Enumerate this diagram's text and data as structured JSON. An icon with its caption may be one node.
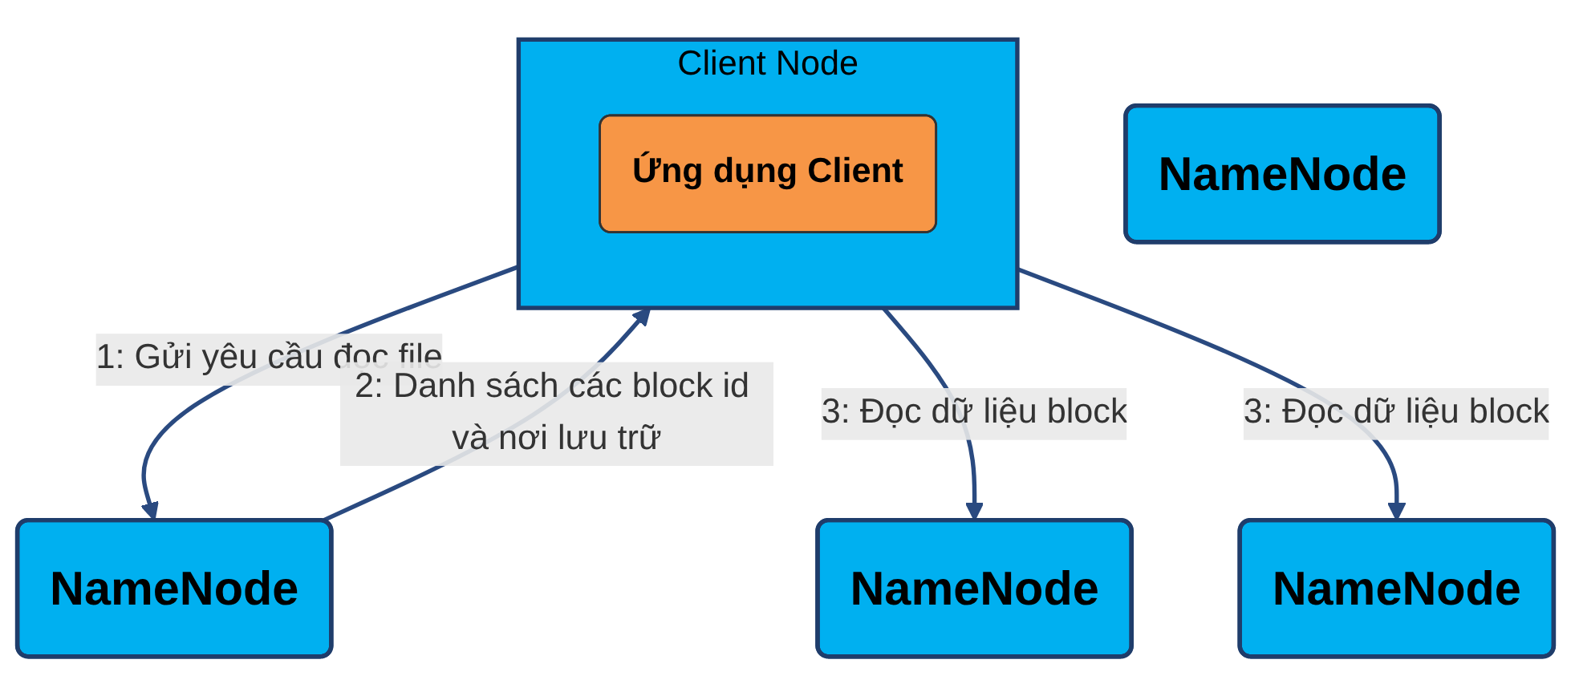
{
  "diagram": {
    "nodes": [
      {
        "text": [
          "Client Node"
        ]
      },
      {
        "text": [
          "Ứng dụng Client"
        ],
        "in": 0
      },
      {
        "text": [
          "NameNode"
        ]
      },
      {
        "text": [
          "NameNode"
        ]
      },
      {
        "text": [
          "NameNode"
        ]
      },
      {
        "text": [
          "NameNode"
        ]
      }
    ],
    "edges": [
      {
        "from": 0,
        "to": 2,
        "arrow": "to",
        "label": "1: Gửi yêu cầu đọc file"
      },
      {
        "from": 2,
        "to": 0,
        "arrow": "to",
        "label": "2: Danh sách các block id và nơi lưu trữ"
      },
      {
        "from": 0,
        "to": 3,
        "arrow": "to",
        "label": "3: Đọc dữ liệu block"
      },
      {
        "from": 0,
        "to": 5,
        "arrow": "to",
        "label": "3: Đọc dữ liệu block"
      }
    ]
  }
}
